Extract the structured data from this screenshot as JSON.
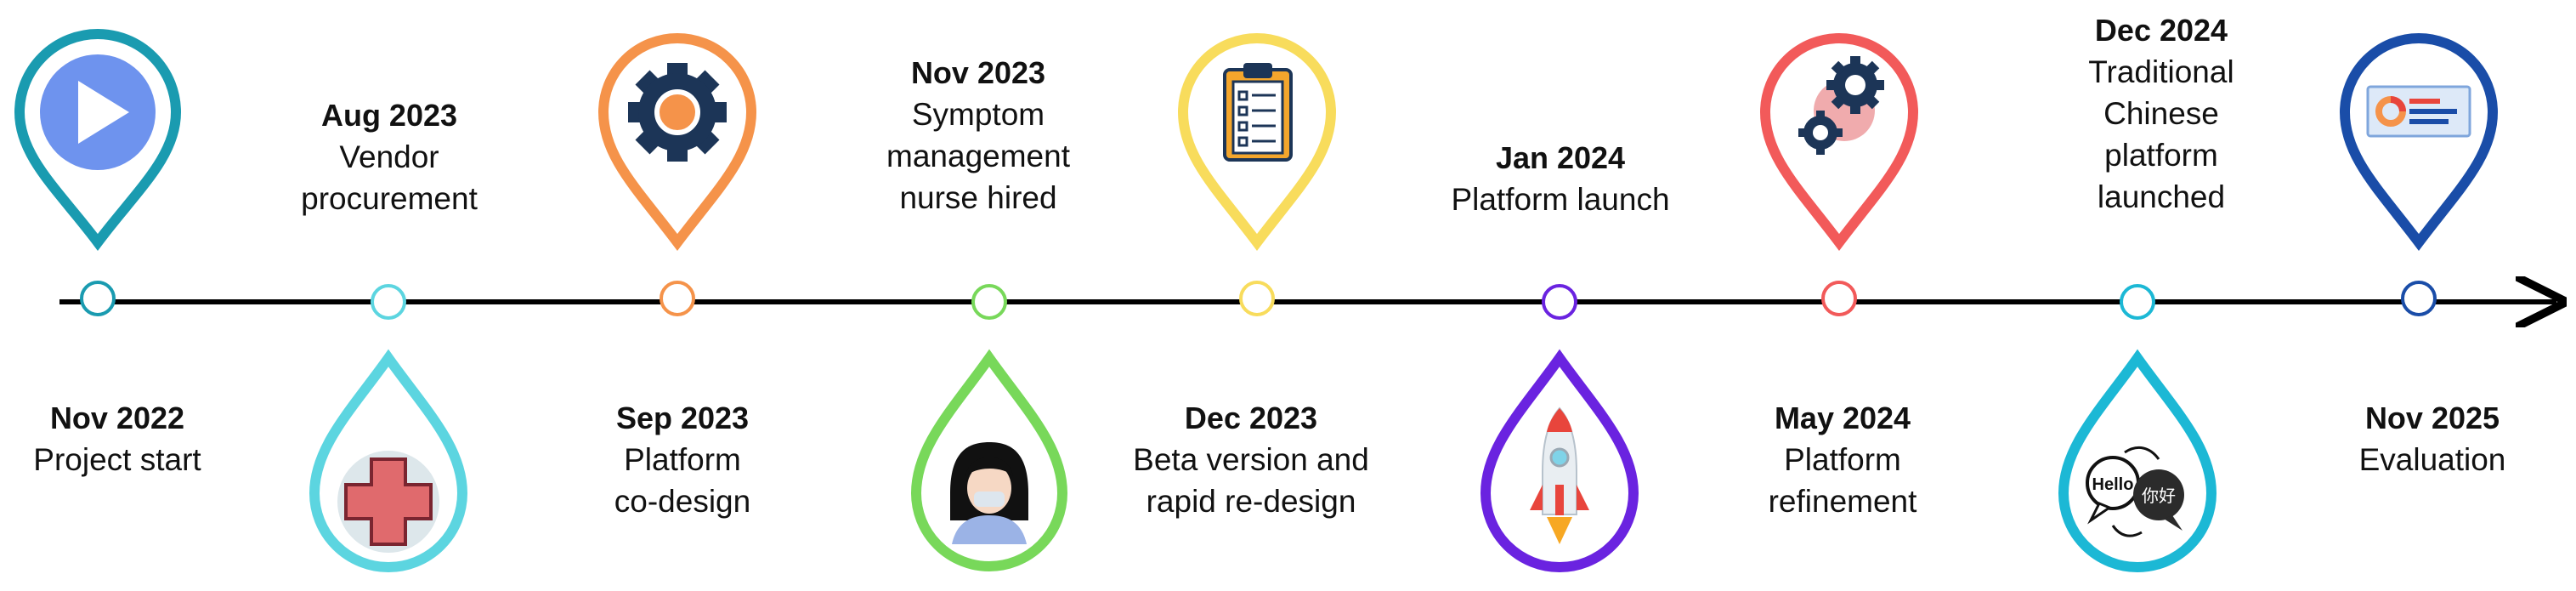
{
  "colors": {
    "axis": "#000000",
    "nov2022": "#1A9BB0",
    "aug2023": "#5CD5E0",
    "sep2023": "#F5934A",
    "nov2023": "#78D85A",
    "dec2023": "#F8DC5C",
    "jan2024": "#6A23E0",
    "may2024": "#F25A5A",
    "dec2024": "#1CB8D5",
    "nov2025": "#1A4DA8"
  },
  "milestones": [
    {
      "date": "Nov 2022",
      "lines": [
        "Project start"
      ],
      "icon": "play-icon"
    },
    {
      "date": "Aug 2023",
      "lines": [
        "Vendor",
        "procurement"
      ],
      "icon": "medical-cross-icon"
    },
    {
      "date": "Sep 2023",
      "lines": [
        "Platform",
        "co-design"
      ],
      "icon": "gear-icon"
    },
    {
      "date": "Nov 2023",
      "lines": [
        "Symptom",
        "management",
        "nurse hired"
      ],
      "icon": "nurse-icon"
    },
    {
      "date": "Dec 2023",
      "lines": [
        "Beta version and",
        "rapid re-design"
      ],
      "icon": "clipboard-icon"
    },
    {
      "date": "Jan 2024",
      "lines": [
        "Platform launch"
      ],
      "icon": "rocket-icon"
    },
    {
      "date": "May 2024",
      "lines": [
        "Platform",
        "refinement"
      ],
      "icon": "gears-icon"
    },
    {
      "date": "Dec 2024",
      "lines": [
        "Traditional",
        "Chinese",
        "platform",
        "launched"
      ],
      "icon": "translate-icon"
    },
    {
      "date": "Nov 2025",
      "lines": [
        "Evaluation"
      ],
      "icon": "report-icon"
    }
  ],
  "translate_bubbles": {
    "left": "Hello",
    "right": "你好"
  }
}
